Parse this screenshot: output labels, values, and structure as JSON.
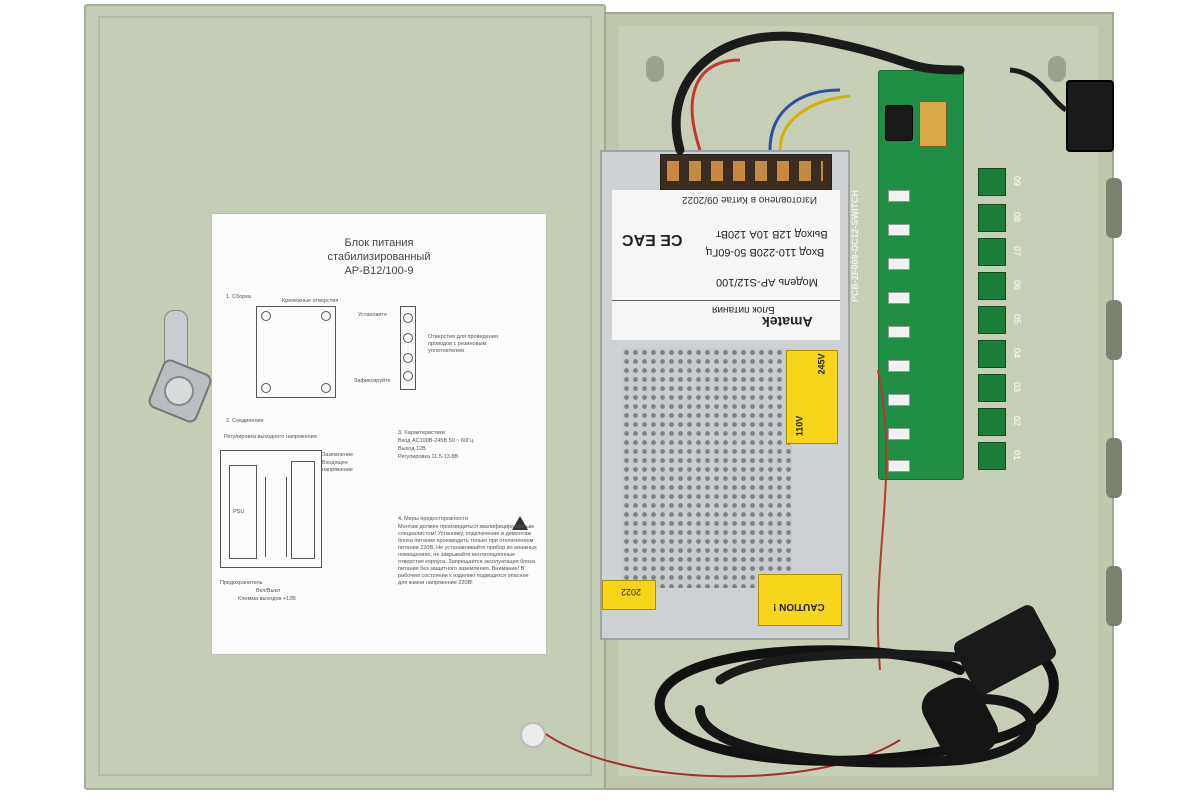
{
  "manual": {
    "title_line1": "Блок питания",
    "title_line2": "стабилизированный",
    "title_line3": "AP-B12/100-9",
    "section1": "1. Сборка",
    "mount_holes": "Крепежные отверстия",
    "install": "Установите",
    "fix": "Зафиксируйте",
    "cable_holes": "Отверстия для проведения проводов с резиновым уплотнителем",
    "section2": "2. Соединение",
    "output_adjust": "Регулировка выходного напряжения",
    "ground": "Заземление",
    "input_voltage": "Входящее напряжение",
    "fuse_label": "Предохранитель",
    "on_off": "Вкл/Выкл",
    "terminal_out": "Клемма выходов +12В",
    "section3": "3. Характеристики",
    "spec_input": "Вход AC100В-245В 50 ~ 60Гц",
    "spec_output": "Выход 12В",
    "spec_adjust": "Регулировка 11.5-13.8В",
    "section4": "4. Меры предосторожности",
    "precautions": "Монтаж должен производиться квалифицированным специалистом! Установку, подключение и демонтаж блока питания производить только при отключенном питании 220В. Не устанавливайте прибор во влажных помещениях, не закрывайте вентиляционные отверстия корпуса. Запрещается эксплуатация блока питания без защитного заземления. Внимание! В рабочем состоянии к изделию подводится опасное для жизни напряжение 220В!",
    "psu_box": "PSU"
  },
  "psu_label": {
    "brand": "Amatek",
    "product": "Блок питания",
    "model": "Модель AP-S12/100",
    "input": "Вход 110-220В 50-60Гц",
    "output": "Выход 12В 10А 120Вт",
    "made_in": "Изготовлено в Китае 09/2022",
    "marks": "CE EAC",
    "voltage_switch_low": "110V",
    "voltage_switch_high": "245V",
    "caution": "CAUTION !",
    "sticker_year": "2022"
  },
  "pcb": {
    "name": "PCB-2F009-DC12-SWITCH",
    "outputs": [
      "01",
      "02",
      "03",
      "04",
      "05",
      "06",
      "07",
      "08",
      "09"
    ]
  },
  "colors": {
    "enclosure": "#c4cdb5",
    "pcb": "#1f8f45",
    "sticker": "#f7d51b"
  }
}
